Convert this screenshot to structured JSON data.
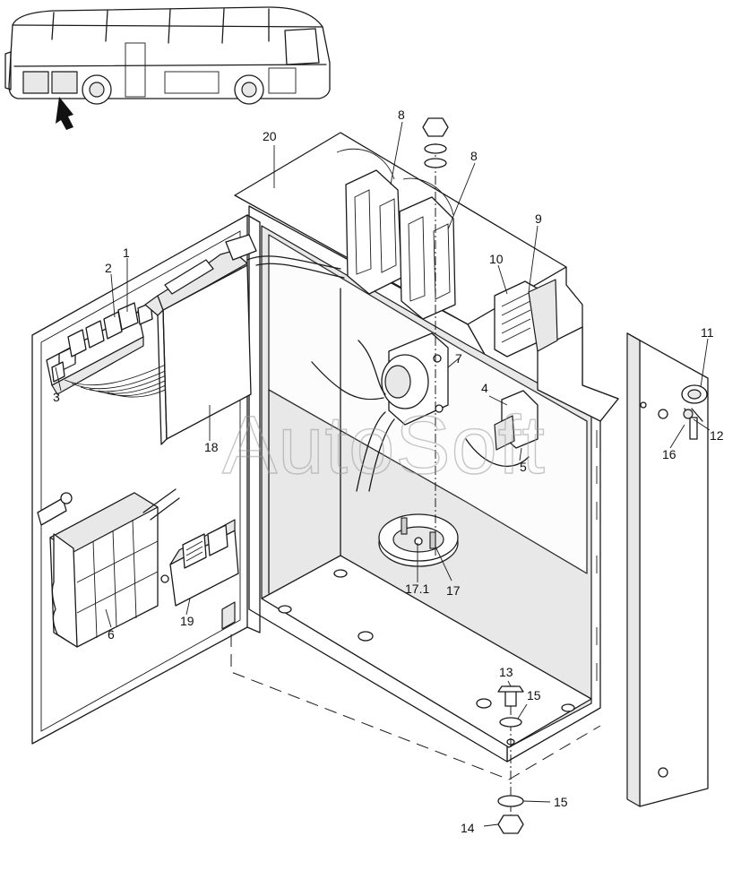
{
  "watermark": "AutoSoft",
  "callouts": {
    "c1": "1",
    "c2": "2",
    "c3": "3",
    "c4": "4",
    "c5": "5",
    "c6": "6",
    "c7": "7",
    "c8a": "8",
    "c8b": "8",
    "c9": "9",
    "c10": "10",
    "c11": "11",
    "c12": "12",
    "c13": "13",
    "c14": "14",
    "c15a": "15",
    "c15b": "15",
    "c16": "16",
    "c17": "17",
    "c17_1": "17.1",
    "c18": "18",
    "c19": "19",
    "c20": "20"
  },
  "colors": {
    "line": "#1a1a1a",
    "shade": "#e8e8e8",
    "watermark": "#9a9a9a"
  }
}
